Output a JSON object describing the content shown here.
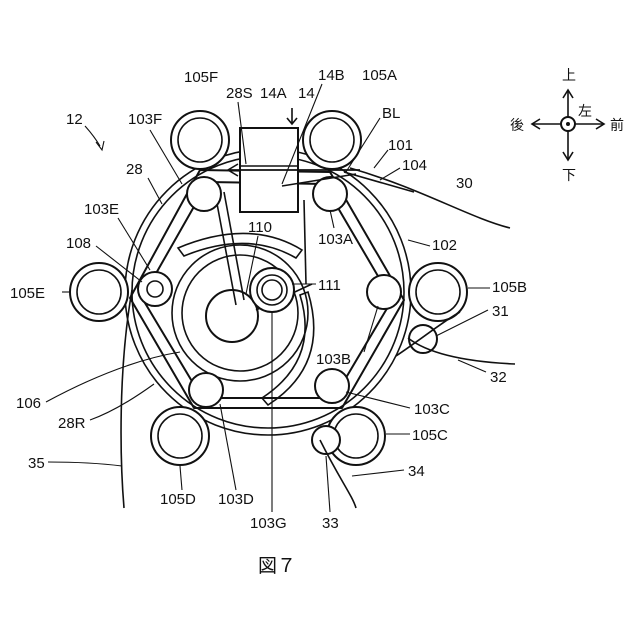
{
  "caption": "図７",
  "labels": {
    "assembly": "12",
    "r105F": "105F",
    "r28S": "28S",
    "r14A": "14A",
    "r14": "14",
    "r14B": "14B",
    "r105A": "105A",
    "r103F": "103F",
    "rBL": "BL",
    "r101": "101",
    "r104": "104",
    "r28": "28",
    "r30": "30",
    "r103E": "103E",
    "r110": "110",
    "r103A": "103A",
    "r102": "102",
    "r108": "108",
    "r105E": "105E",
    "r111": "111",
    "r105B": "105B",
    "r31": "31",
    "r103B": "103B",
    "r32": "32",
    "r106": "106",
    "r103C": "103C",
    "r28R": "28R",
    "r105C": "105C",
    "r35": "35",
    "r34": "34",
    "r105D": "105D",
    "r103D": "103D",
    "r103G": "103G",
    "r33": "33"
  },
  "compass": {
    "up": "上",
    "down": "下",
    "left": "後",
    "left_upper": "左",
    "right": "前"
  }
}
